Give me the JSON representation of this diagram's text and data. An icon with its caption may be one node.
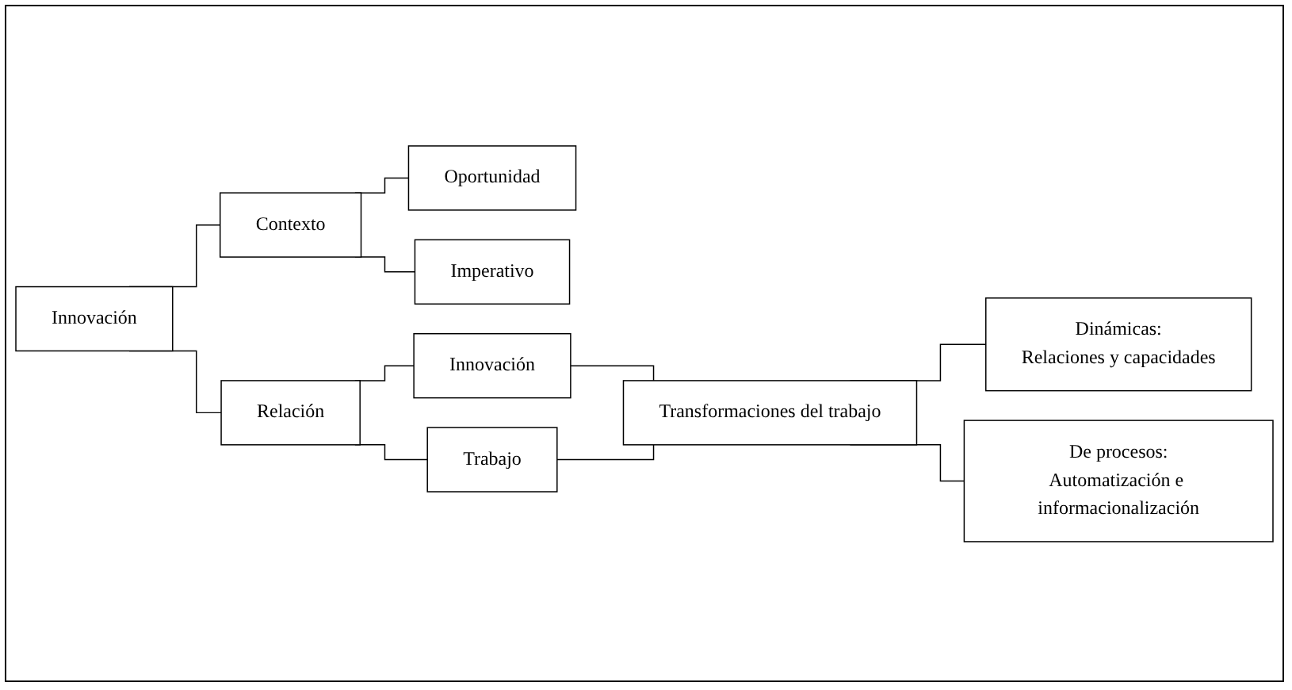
{
  "diagram": {
    "nodes": [
      {
        "text": [
          "Innovación"
        ]
      },
      {
        "text": [
          "Contexto"
        ]
      },
      {
        "text": [
          "Relación"
        ]
      },
      {
        "text": [
          "Oportunidad"
        ]
      },
      {
        "text": [
          "Imperativo"
        ]
      },
      {
        "text": [
          "Innovación"
        ]
      },
      {
        "text": [
          "Trabajo"
        ]
      },
      {
        "text": [
          "Transformaciones del trabajo"
        ]
      },
      {
        "text": [
          "Dinámicas:",
          "Relaciones y capacidades"
        ]
      },
      {
        "text": [
          "De procesos:",
          "Automatización e informacionalización"
        ]
      }
    ],
    "edges": [
      {
        "from": 0,
        "to": 1,
        "arrow": "none"
      },
      {
        "from": 0,
        "to": 2,
        "arrow": "none"
      },
      {
        "from": 1,
        "to": 3,
        "arrow": "none"
      },
      {
        "from": 1,
        "to": 4,
        "arrow": "none"
      },
      {
        "from": 2,
        "to": 5,
        "arrow": "none"
      },
      {
        "from": 2,
        "to": 6,
        "arrow": "none"
      },
      {
        "from": 5,
        "to": 7,
        "arrow": "none"
      },
      {
        "from": 6,
        "to": 7,
        "arrow": "none"
      },
      {
        "from": 7,
        "to": 8,
        "arrow": "none"
      },
      {
        "from": 7,
        "to": 9,
        "arrow": "none"
      }
    ]
  }
}
